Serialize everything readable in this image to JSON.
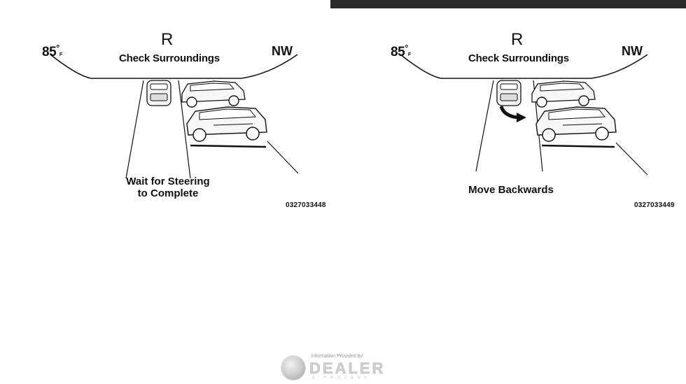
{
  "panels": [
    {
      "temperature": "85",
      "degree_symbol": "°",
      "temperature_unit": "F",
      "gear": "R",
      "status": "Check Surroundings",
      "heading": "NW",
      "caption_line1": "Wait for Steering",
      "caption_line2": "to Complete",
      "figure_id": "0327033448"
    },
    {
      "temperature": "85",
      "degree_symbol": "°",
      "temperature_unit": "F",
      "gear": "R",
      "status": "Check Surroundings",
      "heading": "NW",
      "caption_line1": "Move Backwards",
      "figure_id": "0327033449"
    }
  ],
  "watermark": {
    "provided_by": "Information Provided by:",
    "brand": "DEALER",
    "subtitle": "E-PROCESS"
  }
}
